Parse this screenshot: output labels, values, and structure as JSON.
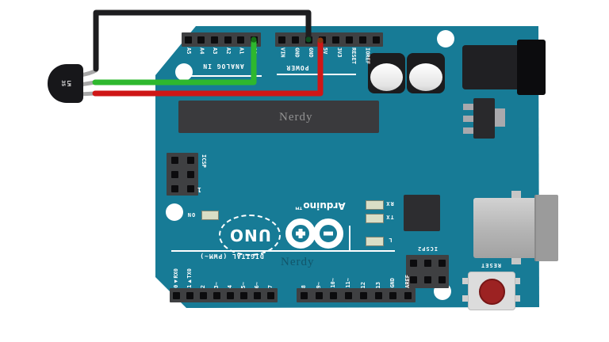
{
  "watermark": {
    "text": "Nerdy",
    "text2": "Nerdy"
  },
  "sensor": {
    "line1": "LM",
    "line2": "35"
  },
  "wires": {
    "gnd_color": "#1d1d1f",
    "signal_color": "#2eb82e",
    "power_color": "#cf1616",
    "gnd_connects": "GND",
    "signal_connects": "A0",
    "power_connects": "5V"
  },
  "board": {
    "color": "#177b96",
    "analog": {
      "label": "ANALOG IN",
      "pins": [
        "A5",
        "A4",
        "A3",
        "A2",
        "A1",
        "A0"
      ]
    },
    "power": {
      "label": "POWER",
      "pins": [
        "VIN",
        "GND",
        "GND",
        "5V",
        "3V3",
        "RESET",
        "IOREF",
        ""
      ]
    },
    "digital": {
      "label": "DIGITAL (PWM~)",
      "pins_left": [
        "0◀RX0",
        "1▶TX0",
        "2",
        "3~",
        "4",
        "5~",
        "6~",
        "7"
      ],
      "pins_right": [
        "8",
        "9~",
        "10~",
        "11~",
        "12",
        "13",
        "GND",
        "AREF"
      ]
    },
    "icsp": {
      "label": "ICSP",
      "pin1": "1"
    },
    "icsp2": {
      "label": "ICSP2"
    },
    "leds": {
      "on": "ON",
      "rx": "RX",
      "tx": "TX",
      "l": "L"
    },
    "logo": {
      "uno": "UNO",
      "arduino": "Arduino™"
    },
    "reset": {
      "label": "RESET"
    }
  }
}
